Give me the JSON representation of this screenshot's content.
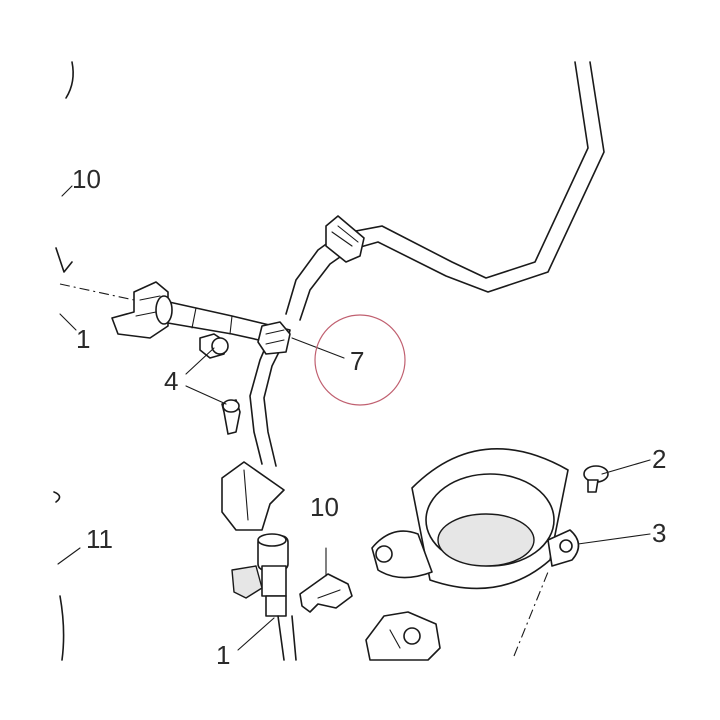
{
  "callouts": {
    "top_left_10": "10",
    "left_1": "1",
    "bolts_4": "4",
    "clamp_7": "7",
    "mid_10": "10",
    "left_11": "11",
    "bottom_1": "1",
    "right_2": "2",
    "right_3": "3"
  },
  "colors": {
    "line": "#1a1a1a",
    "highlight_circle": "#c06070",
    "background": "#ffffff"
  }
}
